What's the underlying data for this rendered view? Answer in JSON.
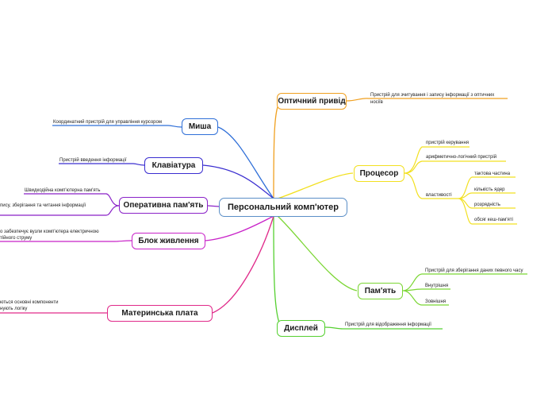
{
  "root": {
    "label": "Персональний комп'ютер"
  },
  "branches": {
    "optical": {
      "label": "Оптичний привід",
      "color": "#f0a020",
      "leaf1": "Пристрій для зчитування і запису інформації з оптичних",
      "leaf2": "носіїв"
    },
    "cpu": {
      "label": "Процесор",
      "color": "#f2e020",
      "control": "пристрій керування",
      "alu": "арифметично-логічний пристрій",
      "props": "властивості",
      "clock": "тактова частина",
      "cores": "кількість ядер",
      "bits": "розрядність",
      "cache": "обсяг кеш-пам'яті"
    },
    "memory": {
      "label": "Пам'ять",
      "color": "#7bd634",
      "purpose": "Пристрій для зберігання даних певного часу",
      "internal": "Внутрішня",
      "external": "Зовнішня"
    },
    "display": {
      "label": "Дисплей",
      "color": "#55d030",
      "leaf": "Пристрій для відображення інформації"
    },
    "mouse": {
      "label": "Миша",
      "color": "#2f6fd8",
      "leaf": "Координатний пристрій для управління курсором"
    },
    "keyboard": {
      "label": "Клавіатура",
      "color": "#3a2ed0",
      "leaf": "Пристрій введення інформації"
    },
    "ram": {
      "label": "Оперативна пам'ять",
      "color": "#8a22c8",
      "leaf1": "Швидкодійна комп'ютерна пам'ять",
      "leaf2": "пису, зберігання та читання інформації"
    },
    "psu": {
      "label": "Блок живлення",
      "color": "#c822c8",
      "leaf1": "о забезпечує вузли комп'ютера електричною",
      "leaf2": "тійного струму"
    },
    "mobo": {
      "label": "Материнська плата",
      "color": "#e02a8a",
      "leaf1": "ються основні компоненти",
      "leaf2": "нують логіку"
    }
  }
}
